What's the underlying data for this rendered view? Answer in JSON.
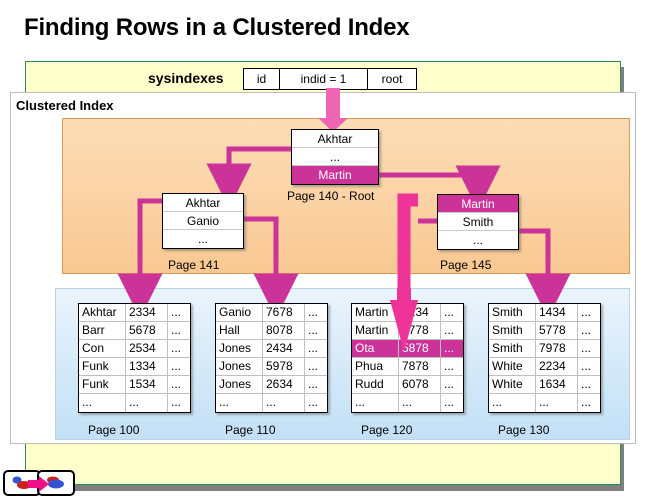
{
  "slide": {
    "title": "Finding Rows in a Clustered Index",
    "panel_title": "Clustered Index"
  },
  "sysindexes": {
    "label": "sysindexes",
    "columns": [
      "id",
      "indid = 1",
      "root"
    ]
  },
  "index_pages": [
    {
      "id": "root",
      "label": "Page 140 - Root",
      "rows": [
        {
          "text": "Akhtar",
          "highlighted": false
        },
        {
          "text": "...",
          "highlighted": false
        },
        {
          "text": "Martin",
          "highlighted": true
        }
      ]
    },
    {
      "id": "p141",
      "label": "Page 141",
      "rows": [
        {
          "text": "Akhtar",
          "highlighted": false
        },
        {
          "text": "Ganio",
          "highlighted": false
        },
        {
          "text": "...",
          "highlighted": false
        }
      ]
    },
    {
      "id": "p145",
      "label": "Page 145",
      "rows": [
        {
          "text": "Martin",
          "highlighted": true
        },
        {
          "text": "Smith",
          "highlighted": false
        },
        {
          "text": "...",
          "highlighted": false
        }
      ]
    }
  ],
  "data_pages": [
    {
      "id": "p100",
      "label": "Page 100",
      "rows": [
        {
          "name": "Akhtar",
          "value": "2334",
          "more": "...",
          "highlighted": false
        },
        {
          "name": "Barr",
          "value": "5678",
          "more": "...",
          "highlighted": false
        },
        {
          "name": "Con",
          "value": "2534",
          "more": "...",
          "highlighted": false
        },
        {
          "name": "Funk",
          "value": "1334",
          "more": "...",
          "highlighted": false
        },
        {
          "name": "Funk",
          "value": "1534",
          "more": "...",
          "highlighted": false
        },
        {
          "name": "...",
          "value": "...",
          "more": "...",
          "highlighted": false
        }
      ]
    },
    {
      "id": "p110",
      "label": "Page 110",
      "rows": [
        {
          "name": "Ganio",
          "value": "7678",
          "more": "...",
          "highlighted": false
        },
        {
          "name": "Hall",
          "value": "8078",
          "more": "...",
          "highlighted": false
        },
        {
          "name": "Jones",
          "value": "2434",
          "more": "...",
          "highlighted": false
        },
        {
          "name": "Jones",
          "value": "5978",
          "more": "...",
          "highlighted": false
        },
        {
          "name": "Jones",
          "value": "2634",
          "more": "...",
          "highlighted": false
        },
        {
          "name": "...",
          "value": "...",
          "more": "...",
          "highlighted": false
        }
      ]
    },
    {
      "id": "p120",
      "label": "Page 120",
      "rows": [
        {
          "name": "Martin",
          "value": "2234",
          "more": "...",
          "highlighted": false
        },
        {
          "name": "Martin",
          "value": "3778",
          "more": "...",
          "highlighted": false
        },
        {
          "name": "Ota",
          "value": "5878",
          "more": "...",
          "highlighted": true
        },
        {
          "name": "Phua",
          "value": "7878",
          "more": "...",
          "highlighted": false
        },
        {
          "name": "Rudd",
          "value": "6078",
          "more": "...",
          "highlighted": false
        },
        {
          "name": "...",
          "value": "...",
          "more": "...",
          "highlighted": false
        }
      ]
    },
    {
      "id": "p130",
      "label": "Page 130",
      "rows": [
        {
          "name": "Smith",
          "value": "1434",
          "more": "...",
          "highlighted": false
        },
        {
          "name": "Smith",
          "value": "5778",
          "more": "...",
          "highlighted": false
        },
        {
          "name": "Smith",
          "value": "7978",
          "more": "...",
          "highlighted": false
        },
        {
          "name": "White",
          "value": "2234",
          "more": "...",
          "highlighted": false
        },
        {
          "name": "White",
          "value": "1634",
          "more": "...",
          "highlighted": false
        },
        {
          "name": "...",
          "value": "...",
          "more": "...",
          "highlighted": false
        }
      ]
    }
  ],
  "nav": {
    "prev_icon": "previous-slide-icon",
    "next_icon": "next-slide-icon",
    "arrow_icon": "pink-arrow-icon"
  },
  "colors": {
    "highlight": "#cc3399",
    "arrow": "#ee3399",
    "band": "#ffffcc",
    "band_border": "#2e8b57",
    "index_region": "#fbd2a4",
    "data_region": "#d2e8f8"
  }
}
